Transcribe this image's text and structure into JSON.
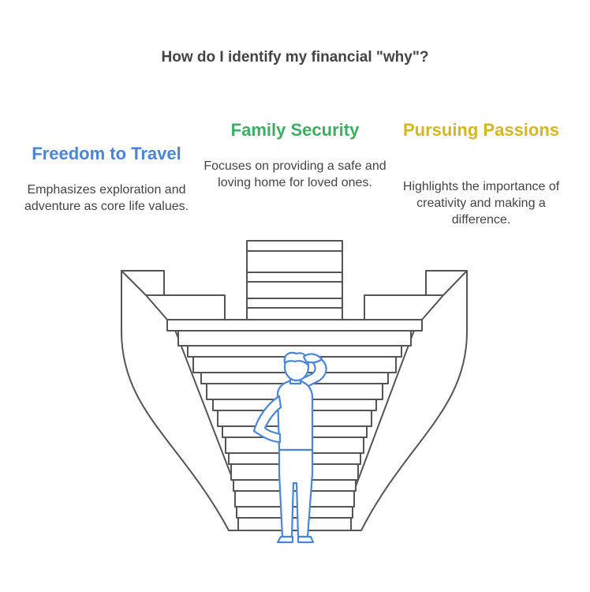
{
  "title": "How do I identify my financial \"why\"?",
  "items": [
    {
      "heading": "Freedom to Travel",
      "description": "Emphasizes exploration and adventure as core life values.",
      "color": "#4a86d8"
    },
    {
      "heading": "Family Security",
      "description": "Focuses on providing a safe and loving home for loved ones.",
      "color": "#3fae62"
    },
    {
      "heading": "Pursuing Passions",
      "description": "Highlights the importance of creativity and making a difference.",
      "color": "#d4b81e"
    }
  ],
  "colors": {
    "text": "#444444",
    "stairs_stroke": "#555555",
    "person": "#4a86d8"
  },
  "icons": {
    "figure": "person-thinking-icon",
    "stairs": "staircase-illustration"
  }
}
